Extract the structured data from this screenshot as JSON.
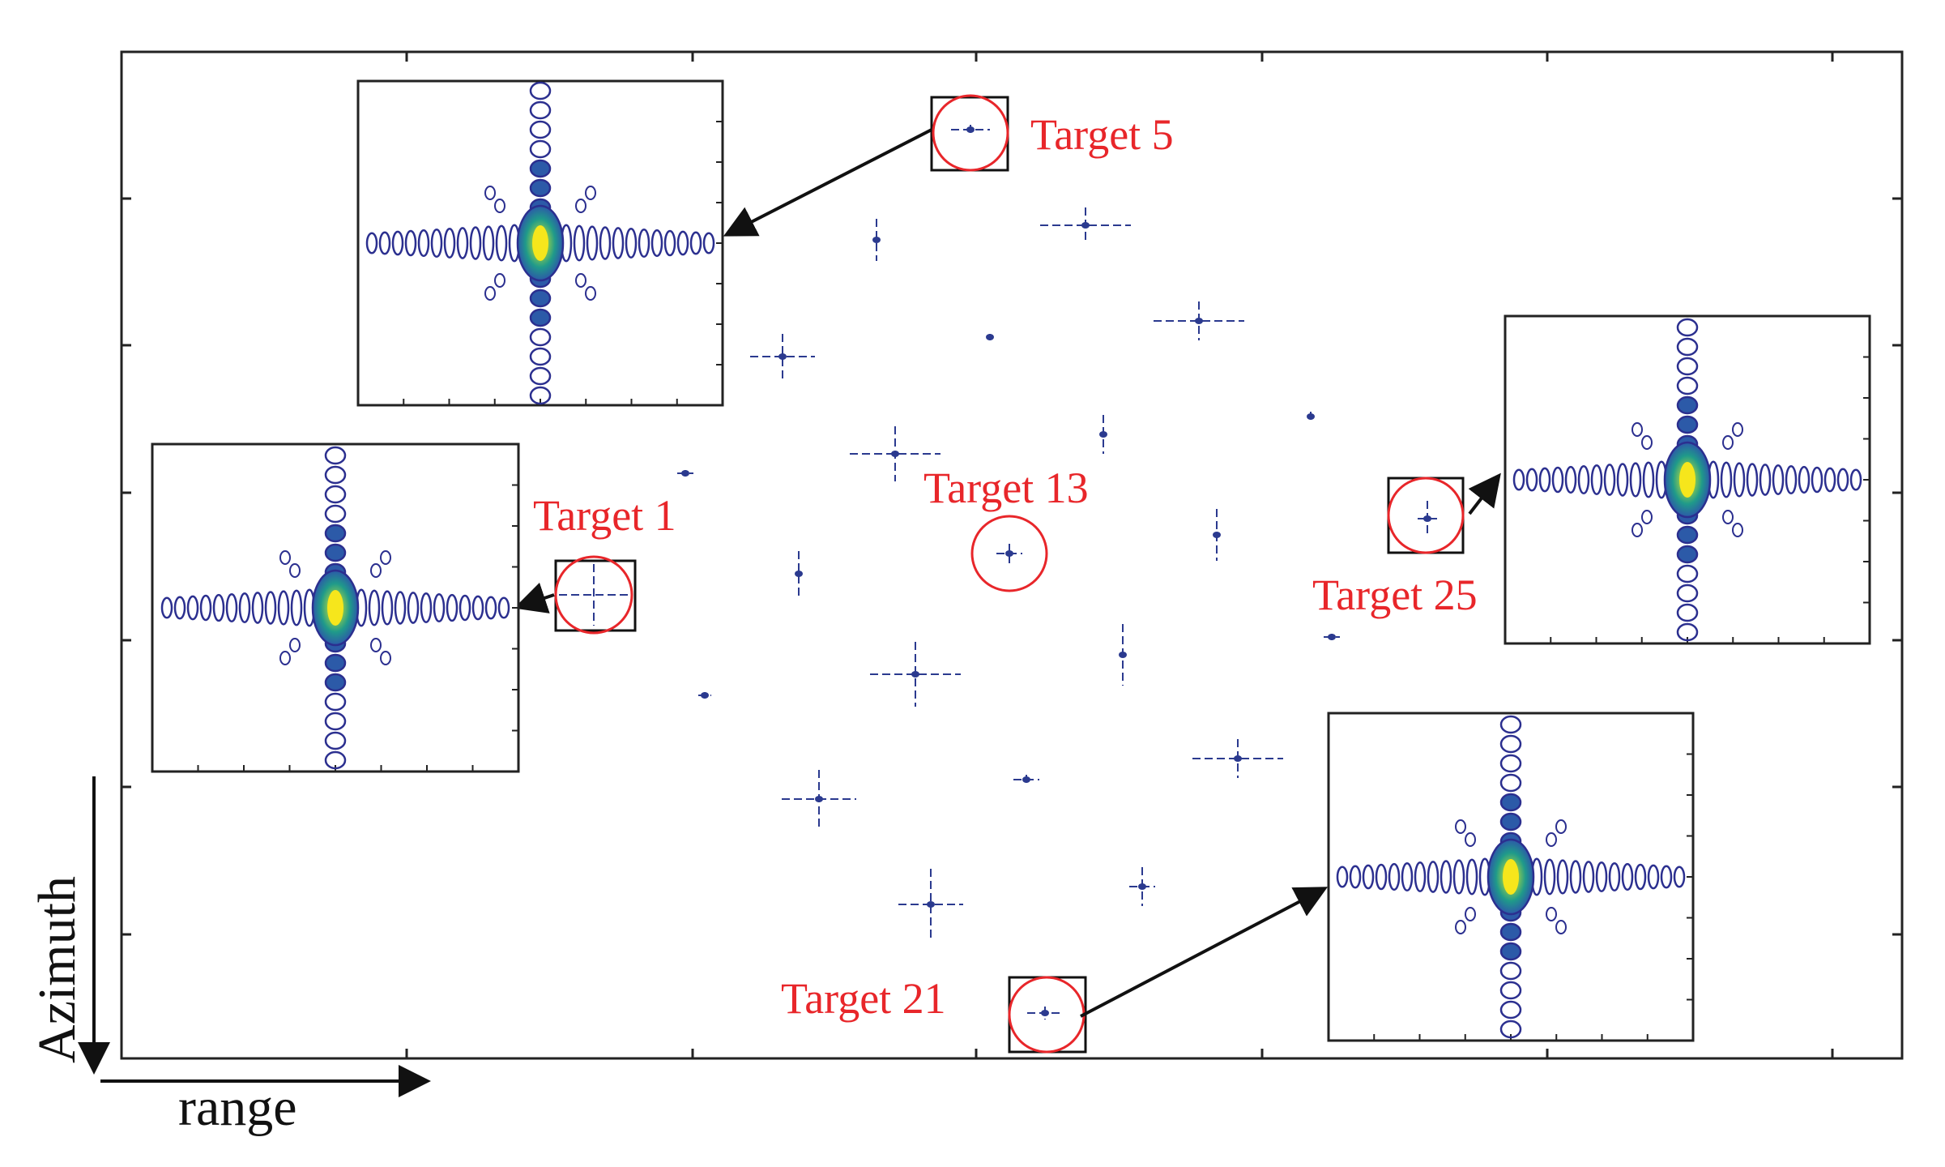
{
  "axes": {
    "x_label": "range",
    "y_label": "Azimuth"
  },
  "targets": [
    {
      "label": "Target 1"
    },
    {
      "label": "Target 5"
    },
    {
      "label": "Target 13"
    },
    {
      "label": "Target 21"
    },
    {
      "label": "Target 25"
    }
  ],
  "colors": {
    "annotation": "#e8262a",
    "target_mark": "#2b3a8f",
    "contour_outer": "#2b2f8f",
    "contour_peak": "#f6e61c",
    "frame": "#222222"
  }
}
